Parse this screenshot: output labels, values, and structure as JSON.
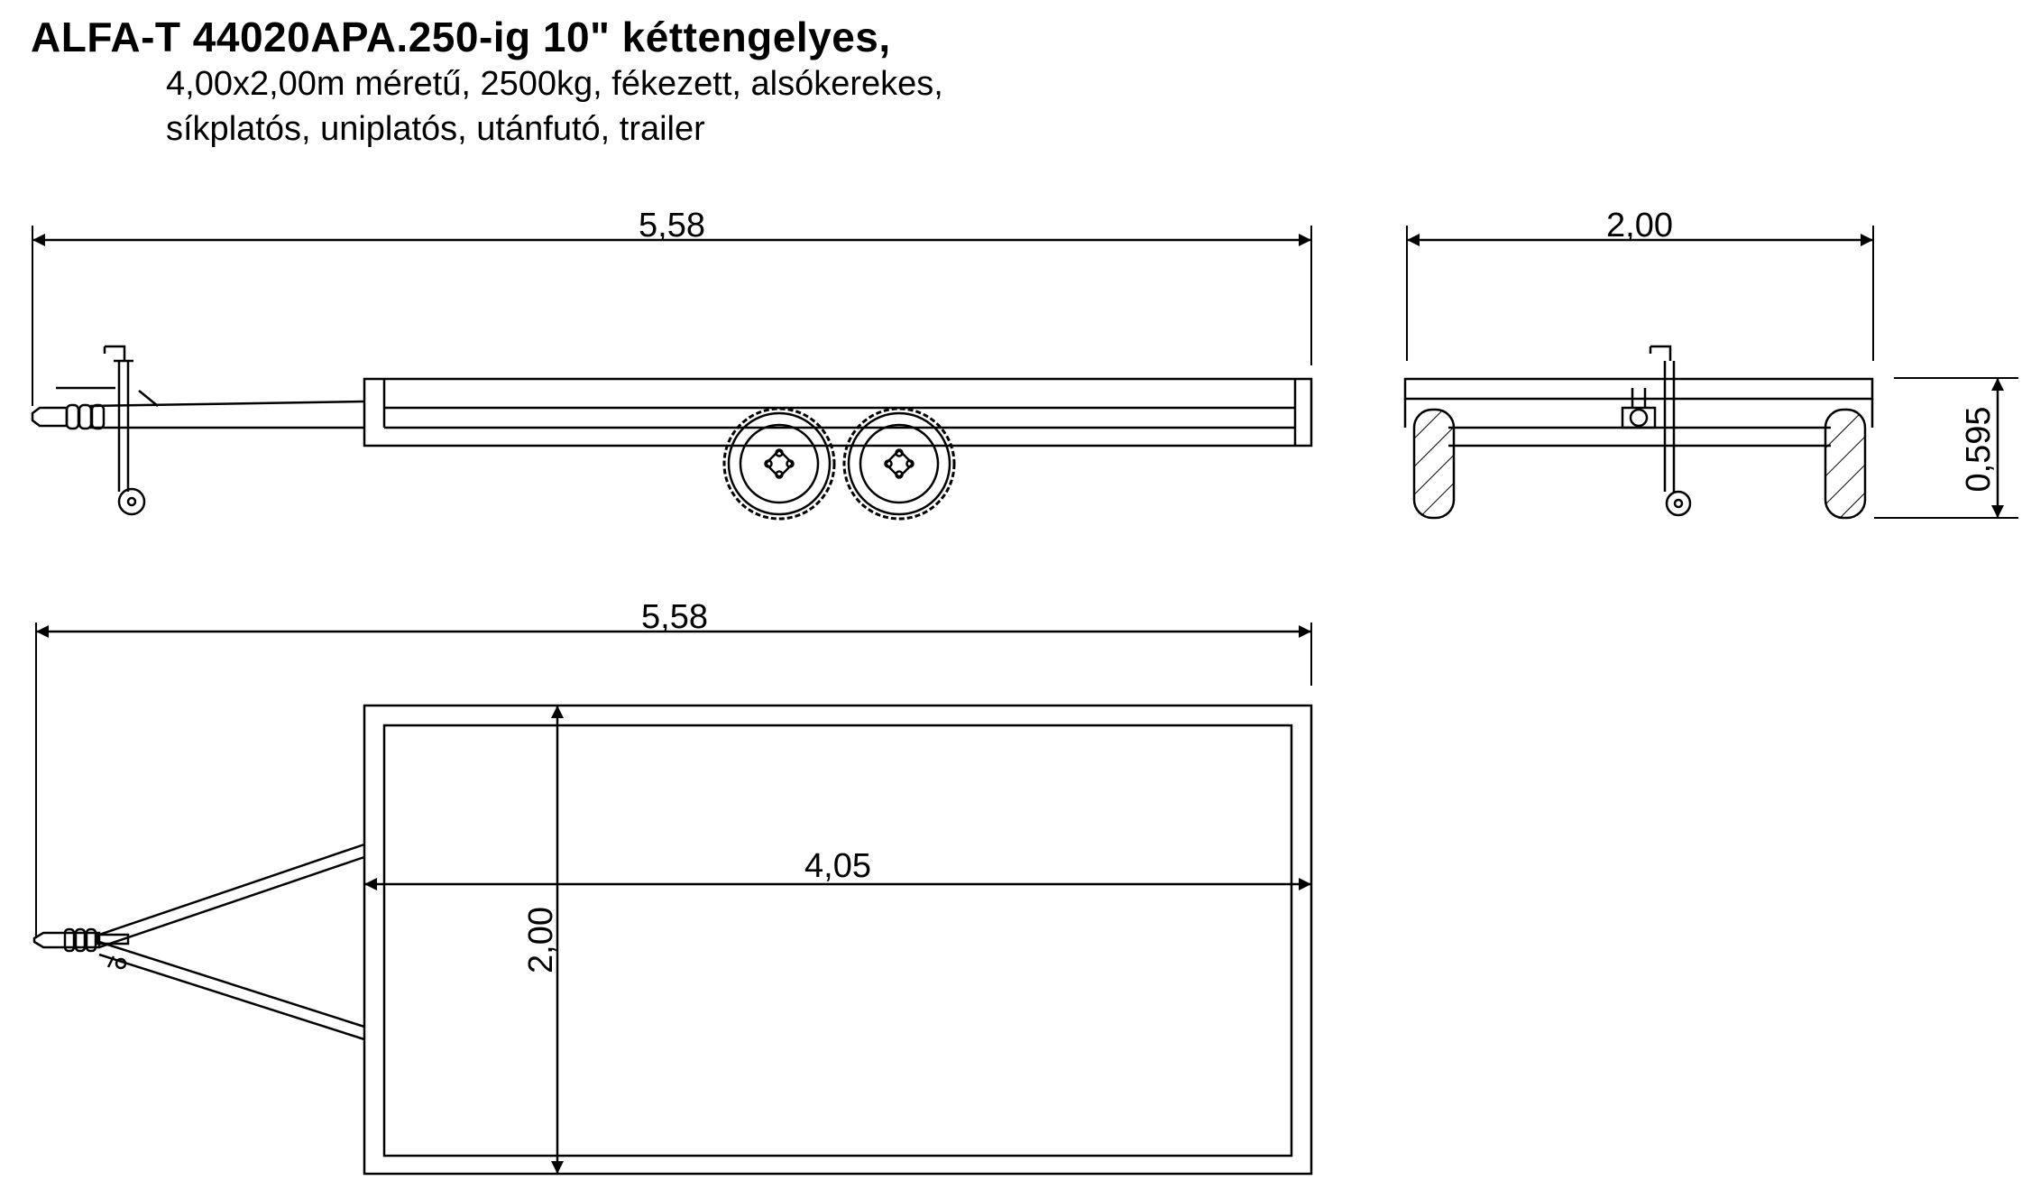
{
  "title": "ALFA-T 44020APA.250-ig 10\" kéttengelyes,",
  "subtitle_line1": "4,00x2,00m méretű, 2500kg, fékezett, alsókerekes,",
  "subtitle_line2": "síkplatós, uniplatós, utánfutó, trailer",
  "dimensions": {
    "side_length": "5,58",
    "rear_width": "2,00",
    "rear_height": "0,595",
    "top_length": "5,58",
    "bed_length": "4,05",
    "bed_width": "2,00"
  }
}
